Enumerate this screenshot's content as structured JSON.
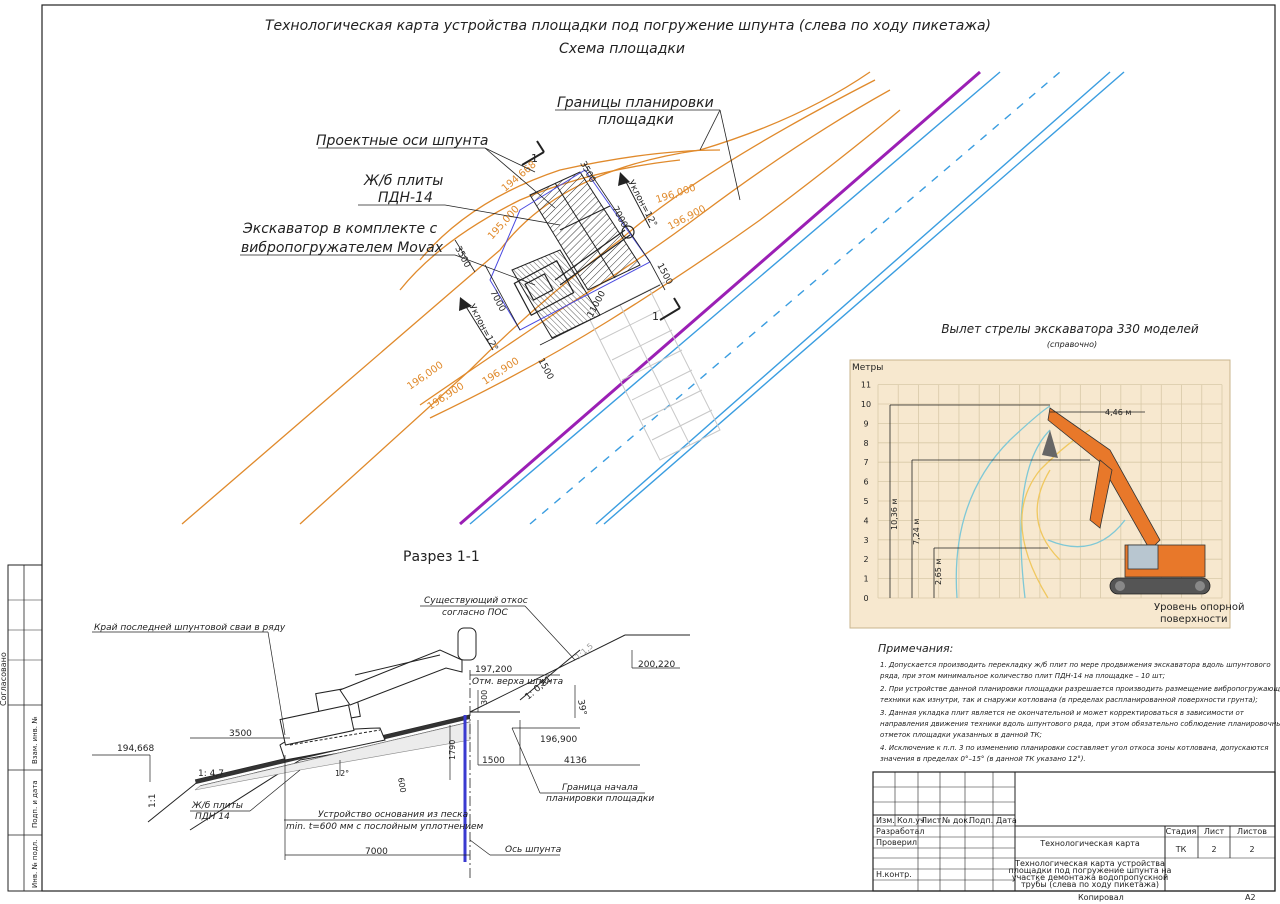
{
  "title": {
    "line1": "Технологическая карта устройства площадки под погружение шпунта (слева по ходу пикетажа)",
    "line2": "Схема площадки"
  },
  "plan": {
    "label_boundaries_1": "Границы планировки",
    "label_boundaries_2": "площадки",
    "label_axes": "Проектные оси шпунта",
    "label_plates_1": "Ж/б плиты",
    "label_plates_2": "ПДН-14",
    "label_excavator_1": "Экскаватор в комплекте с",
    "label_excavator_2": "вибропогружателем Movax",
    "elev_1": "194,668",
    "elev_2": "195,000",
    "elev_3": "196,000",
    "elev_4": "196,900",
    "elev_5": "196,000",
    "elev_6": "196,900",
    "dim_3500": "3500",
    "dim_7000a": "7000",
    "dim_3500b": "3500",
    "dim_7000b": "7000",
    "dim_1500a": "1500",
    "dim_11000": "11000",
    "dim_1500b": "1500",
    "slope_1": "Уклон=12°",
    "slope_2": "Уклон=12°",
    "section_mark": "1"
  },
  "reach_chart": {
    "title": "Вылет стрелы экскаватора 330 моделей",
    "subtitle": "(справочно)",
    "y_axis_label": "Метры",
    "y_ticks": [
      "0",
      "1",
      "2",
      "3",
      "4",
      "5",
      "6",
      "7",
      "8",
      "9",
      "10",
      "11"
    ],
    "dim_horizontal": "4,46 м",
    "dim_v1": "10,36 м",
    "dim_v2": "7,24 м",
    "dim_v3": "2,65 м",
    "ground_label_1": "Уровень опорной",
    "ground_label_2": "поверхности",
    "colors": {
      "background": "#f7e8cf",
      "grid": "#d8c9a8",
      "arc_blue": "#7fc8d6",
      "arc_yellow": "#f0c860",
      "machine": "#e8782a"
    }
  },
  "section": {
    "title": "Разрез 1-1",
    "label_last_pile": "Край последней шпунтовой сваи в ряду",
    "label_existing_slope_1": "Существующий откос",
    "label_existing_slope_2": "согласно ПОС",
    "elev_197200": "197,200",
    "label_pile_top": "Отм. верха шпунта",
    "elev_200220": "200,220",
    "elev_194668": "194,668",
    "elev_196900": "196,900",
    "slope_147": "1: 4,7",
    "slope_11": "1:1",
    "slope_081": "1: 0,81",
    "slope_115": "1:1,5",
    "angle_39": "39°",
    "angle_12": "12°",
    "dim_3500": "3500",
    "dim_300": "300",
    "dim_1790": "1790",
    "dim_600": "600",
    "dim_1500": "1500",
    "dim_4136": "4136",
    "dim_7000": "7000",
    "label_plates_1": "Ж/б плиты",
    "label_plates_2": "ПДН 14",
    "label_sand_1": "Устройство основания из песка",
    "label_sand_2": "min. t=600 мм с послойным уплотнением",
    "label_boundary_1": "Граница начала",
    "label_boundary_2": "планировки площадки",
    "label_axis": "Ось шпунта"
  },
  "notes": {
    "heading": "Примечания:",
    "lines": [
      "1. Допускается производить перекладку ж/б плит по мере продвижения экскаватора вдоль шпунтового",
      "ряда, при этом минимальное количество плит ПДН-14 на площадке – 10 шт;",
      "2. При устройстве данной планировки площадки разрешается производить размещение вибропогружающей",
      "техники как изнутри, так и снаружи котлована (в пределах распланированной поверхности грунта);",
      "3. Данная укладка плит является не окончательной и может корректироваться в зависимости от",
      "направления движения техники вдоль шпунтового ряда, при этом обязательно соблюдение планировочных",
      "отметок площадки указанных в данной ТК;",
      "4. Исключение к п.п. 3 по изменению планировки составляет угол откоса зоны котлована, допускаются",
      "значения в пределах 0°–15° (в данной ТК указано 12°)."
    ]
  },
  "title_block": {
    "col_izm": "Изм.",
    "col_kol": "Кол.уч",
    "col_list": "Лист",
    "col_ndok": "№ док.",
    "col_podp": "Подп.",
    "col_data": "Дата",
    "row_razrab": "Разработал",
    "row_prover": "Проверил",
    "row_nkontr": "Н.контр.",
    "doc_title": "Технологическая карта",
    "hdr_stadia": "Стадия",
    "hdr_list": "Лист",
    "hdr_listov": "Листов",
    "val_stadia": "ТК",
    "val_list": "2",
    "val_listov": "2",
    "description_1": "Технологическая карта устройства",
    "description_2": "площадки под погружение шпунта на",
    "description_3": "участке демонтажа водопропускной",
    "description_4": "трубы (слева по ходу пикетажа)",
    "copied": "Копировал",
    "format": "А2"
  },
  "side_stamp": {
    "agreed": "Согласовано",
    "inv_replace": "Взам. инв. №",
    "sign_date": "Подп. и дата",
    "inv_orig": "Инв. № подл."
  },
  "colors": {
    "orange_contour": "#e08a2c",
    "purple_line": "#9b1fb5",
    "blue_line": "#3a9de0",
    "frame": "#222222"
  }
}
